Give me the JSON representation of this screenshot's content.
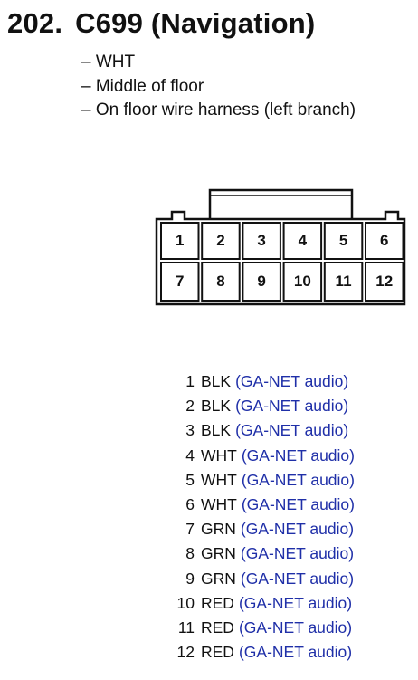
{
  "header": {
    "number": "202.",
    "title": "C699 (Navigation)"
  },
  "notes": [
    "– WHT",
    "– Middle of floor",
    "– On floor wire harness (left branch)"
  ],
  "connector": {
    "top_row": [
      "1",
      "2",
      "3",
      "4",
      "5",
      "6"
    ],
    "bottom_row": [
      "7",
      "8",
      "9",
      "10",
      "11",
      "12"
    ]
  },
  "pins": [
    {
      "num": "1",
      "color": "BLK",
      "signal": "(GA-NET audio)"
    },
    {
      "num": "2",
      "color": "BLK",
      "signal": "(GA-NET audio)"
    },
    {
      "num": "3",
      "color": "BLK",
      "signal": "(GA-NET audio)"
    },
    {
      "num": "4",
      "color": "WHT",
      "signal": "(GA-NET audio)"
    },
    {
      "num": "5",
      "color": "WHT",
      "signal": "(GA-NET audio)"
    },
    {
      "num": "6",
      "color": "WHT",
      "signal": "(GA-NET audio)"
    },
    {
      "num": "7",
      "color": "GRN",
      "signal": "(GA-NET audio)"
    },
    {
      "num": "8",
      "color": "GRN",
      "signal": "(GA-NET audio)"
    },
    {
      "num": "9",
      "color": "GRN",
      "signal": "(GA-NET audio)"
    },
    {
      "num": "10",
      "color": "RED",
      "signal": "(GA-NET audio)"
    },
    {
      "num": "11",
      "color": "RED",
      "signal": "(GA-NET audio)"
    },
    {
      "num": "12",
      "color": "RED",
      "signal": "(GA-NET audio)"
    }
  ]
}
